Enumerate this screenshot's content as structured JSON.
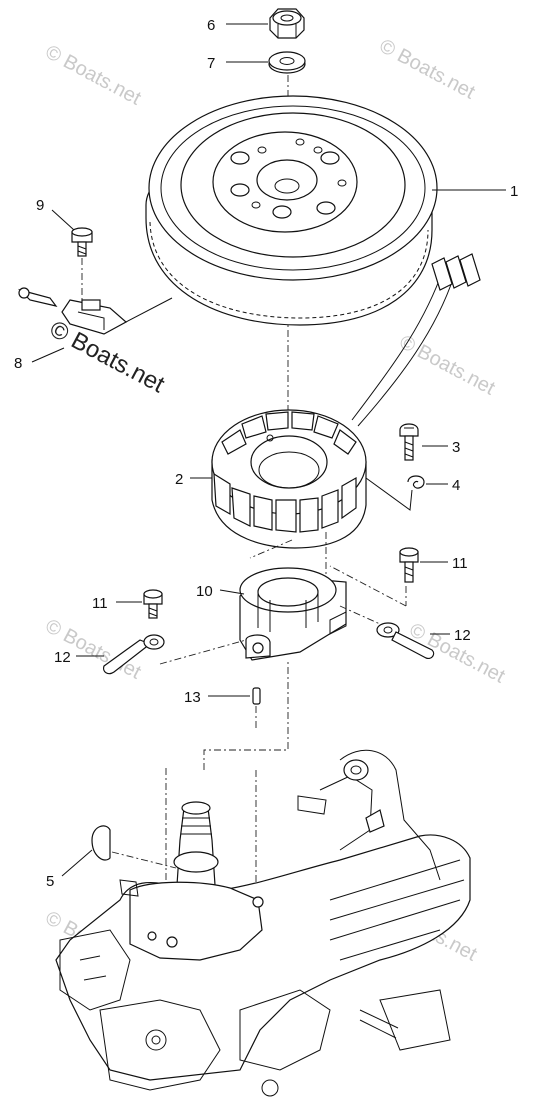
{
  "callouts": {
    "c1": "1",
    "c2": "2",
    "c3": "3",
    "c4": "4",
    "c5": "5",
    "c6": "6",
    "c7": "7",
    "c8": "8",
    "c9": "9",
    "c10": "10",
    "c11a": "11",
    "c11b": "11",
    "c12a": "12",
    "c12b": "12",
    "c13": "13"
  },
  "watermark": {
    "text": "© Boats.net"
  },
  "colors": {
    "line": "#111111",
    "watermark": "#c9c9c9",
    "background": "#ffffff"
  }
}
